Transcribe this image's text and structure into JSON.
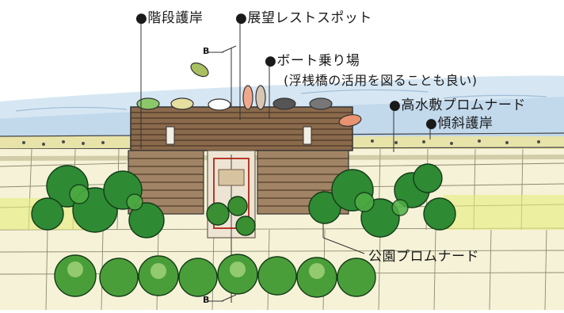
{
  "labels": {
    "stepped_revetment": "●階段護岸",
    "observation_rest_spot": "●展望レストスポット",
    "boat_landing": "●ボート乗り場",
    "boat_landing_note": "(浮桟橋の活用を図ることも良い)",
    "riverside_promenade": "●高水敷プロムナード",
    "sloped_revetment": "●傾斜護岸",
    "park_promenade": "公園プロムナード"
  },
  "section_marks": {
    "top": "B",
    "bottom": "B"
  },
  "colors": {
    "water": "#c9dff0",
    "wood": "#7a5a40",
    "sand": "#efe9b8",
    "stone": "#f3eecb",
    "tree_dark": "#1f6b2a",
    "tree_mid": "#3d9a3a",
    "tree_light": "#8cc86a",
    "grass_yellow": "#e6ec7a",
    "accent_red": "#b83a2a"
  }
}
